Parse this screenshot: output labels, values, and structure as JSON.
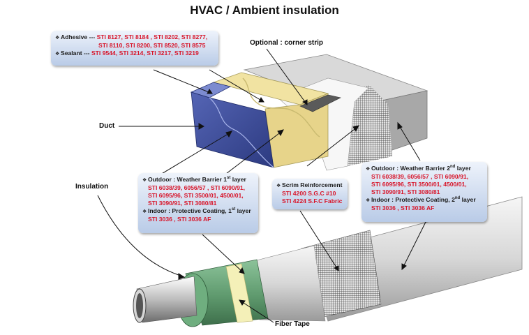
{
  "title": "HVAC / Ambient insulation",
  "labels": {
    "corner_strip": "Optional : corner strip",
    "duct": "Duct",
    "insulation": "Insulation",
    "fiber_tape": "Fiber Tape"
  },
  "adhesive_box": {
    "adhesive_label": "Adhesive ---",
    "adhesive_line1": "STI 8127, STI 8184 , STI 8202, STI 8277,",
    "adhesive_line2": "STI 8110, STI 8200, STI 8520, STI 8575",
    "sealant_label": "Sealant ---",
    "sealant_line": "STI 9544, STI 3214, STI 3217, STI 3219"
  },
  "first_layer_box": {
    "outdoor_label": "Outdoor : Weather Barrier 1",
    "outdoor_sup": "st",
    "outdoor_suffix": " layer",
    "outdoor_lines": [
      "STI 6038/39, 6056/57 , STI 6090/91,",
      "STI 6095/96, STI 3500/01, 4500/01,",
      "STI 3090/91, STI 3080/81"
    ],
    "indoor_label": "Indoor : Protective Coating, 1",
    "indoor_sup": "st",
    "indoor_suffix": " layer",
    "indoor_line": "STI 3036 , STI 3036 AF"
  },
  "scrim_box": {
    "label": "Scrim Reinforcement",
    "lines": [
      "STI 4200 S.G.C #10",
      "STI 4224  S.F.C Fabric"
    ]
  },
  "second_layer_box": {
    "outdoor_label": "Outdoor : Weather Barrier 2",
    "outdoor_sup": "nd",
    "outdoor_suffix": " layer",
    "outdoor_lines": [
      "STI 6038/39, 6056/57 , STI 6090/91,",
      "STI 6095/96, STI 3500/01, 4500/01,",
      "STI 3090/91, STI 3080/81"
    ],
    "indoor_label": "Indoor : Protective Coating, 2",
    "indoor_sup": "nd",
    "indoor_suffix": " layer",
    "indoor_line": "STI 3036 , STI 3036 AF"
  },
  "colors": {
    "accent_red": "#d8152a",
    "duct_blue": "#3f4f9e",
    "insulation_yellow": "#f1e3a2",
    "pipe_green": "#5f9a6e",
    "fiber_tape": "#f4f0b8",
    "box_fill": "#c9d7ee"
  }
}
